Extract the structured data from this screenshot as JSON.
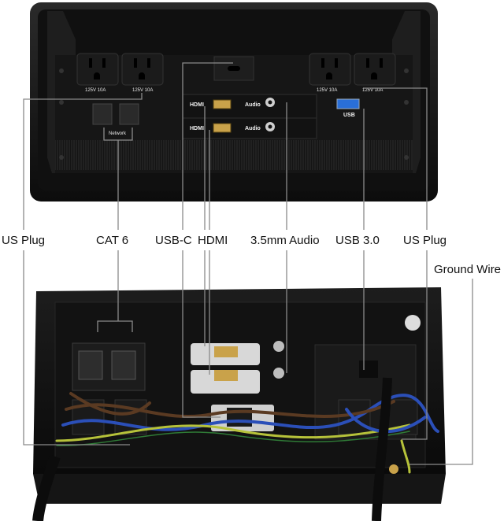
{
  "callouts": {
    "us_plug_left": "US Plug",
    "cat6": "CAT 6",
    "usb_c": "USB-C",
    "hdmi": "HDMI",
    "audio": "3.5mm Audio",
    "usb3": "USB 3.0",
    "us_plug_right": "US Plug",
    "ground_wire": "Ground Wire"
  },
  "panel_print": {
    "outlet_rating": "125V 10A",
    "network": "Network",
    "hdmi": "HDMI",
    "audio": "Audio",
    "usb": "USB"
  },
  "colors": {
    "housing": "#0e0e0e",
    "panel": "#151515",
    "leader_line": "#8a8a8a",
    "usb3_port": "#2a6fd8",
    "wire_blue": "#2b4fb8",
    "wire_brown": "#5a3a22",
    "wire_ground": "#b6c23a"
  }
}
